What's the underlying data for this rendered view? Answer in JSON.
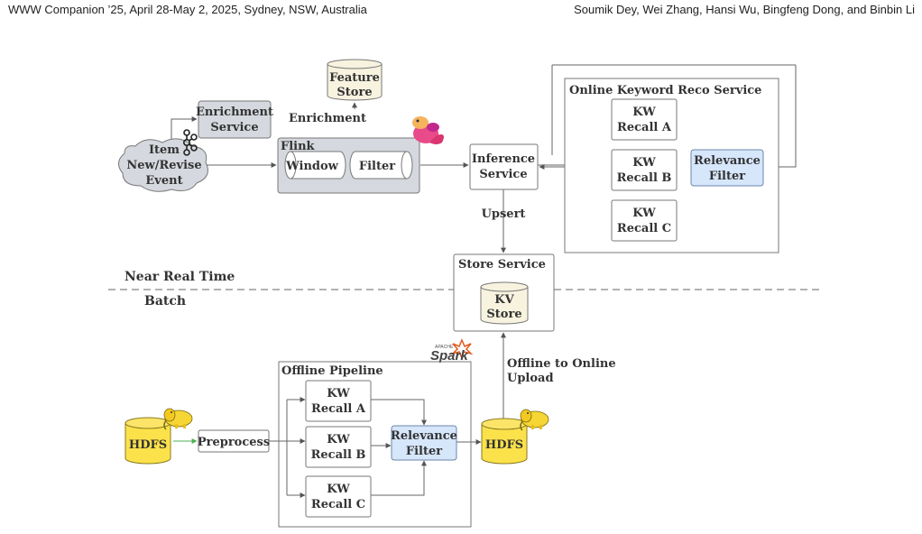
{
  "header": {
    "left": "WWW Companion ’25, April 28-May 2, 2025, Sydney, NSW, Australia",
    "right": "Soumik Dey, Wei Zhang, Hansi Wu, Bingfeng Dong, and Binbin Li"
  },
  "nodes": {
    "feature_store": [
      "Feature",
      "Store"
    ],
    "enrichment_service": [
      "Enrichment",
      "Service"
    ],
    "enrichment_label": "Enrichment",
    "item_event": [
      "Item",
      "New/Revise",
      "Event"
    ],
    "flink": "Flink",
    "window": "Window",
    "filter": "Filter",
    "inference_service": [
      "Inference",
      "Service"
    ],
    "upsert": "Upsert",
    "online_service": "Online Keyword Reco Service",
    "online_recalls": [
      [
        "KW",
        "Recall A"
      ],
      [
        "KW",
        "Recall B"
      ],
      [
        "KW",
        "Recall C"
      ]
    ],
    "online_relevance": [
      "Relevance",
      "Filter"
    ],
    "store_service": "Store Service",
    "kv_store": [
      "KV",
      "Store"
    ],
    "near_real_time": "Near Real Time",
    "batch": "Batch",
    "spark_small": "APACHE",
    "spark": "Spark",
    "offline_upload": [
      "Offline to Online",
      "Upload"
    ],
    "offline_pipeline": "Offline Pipeline",
    "offline_recalls": [
      [
        "KW",
        "Recall A"
      ],
      [
        "KW",
        "Recall B"
      ],
      [
        "KW",
        "Recall C"
      ]
    ],
    "offline_relevance": [
      "Relevance",
      "Filter"
    ],
    "hdfs_in": "HDFS",
    "hdfs_out": "HDFS",
    "preprocess": "Preprocess"
  },
  "colors": {
    "enrichment_fill": "#d5d8de",
    "relevance_fill": "#d6e6fb",
    "store_fill": "#f7f3df",
    "hdfs_fill": "#fce24a"
  },
  "icons": [
    "kafka-icon",
    "flink-squirrel-icon",
    "spark-star-icon",
    "hadoop-elephant-icon"
  ]
}
